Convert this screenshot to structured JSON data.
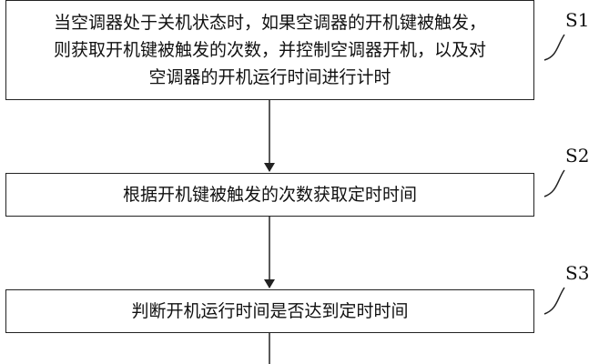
{
  "steps": [
    {
      "id": "S1",
      "text_lines": [
        "当空调器处于关机状态时，如果空调器的开机键被触发，",
        "则获取开机键被触发的次数，并控制空调器开机，以及对",
        "空调器的开机运行时间进行计时"
      ]
    },
    {
      "id": "S2",
      "text": "根据开机键被触发的次数获取定时时间"
    },
    {
      "id": "S3",
      "text": "判断开机运行时间是否达到定时时间"
    }
  ],
  "colors": {
    "line": "#222222",
    "text": "#111111",
    "background": "#ffffff"
  }
}
